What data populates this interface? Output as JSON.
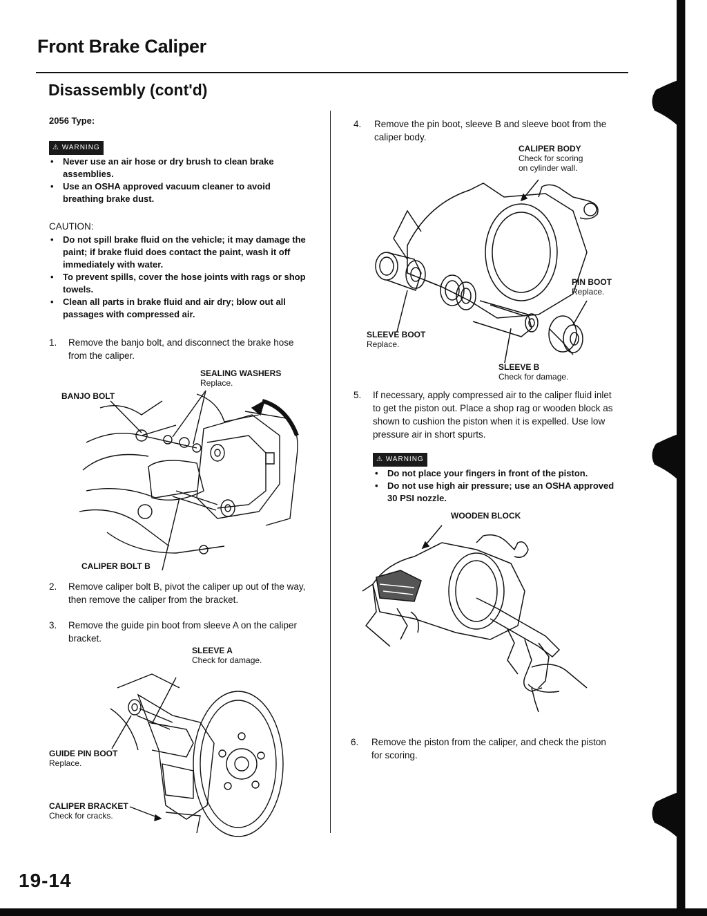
{
  "header": {
    "title": "Front Brake Caliper",
    "subtitle": "Disassembly (cont'd)"
  },
  "left": {
    "type_label": "2056 Type:",
    "warning_label": "⚠ WARNING",
    "warning_items": [
      "Never use an air hose or dry brush to clean brake assemblies.",
      "Use an OSHA approved vacuum cleaner to avoid breathing brake dust."
    ],
    "caution_label": "CAUTION:",
    "caution_items": [
      "Do not spill brake fluid on the vehicle; it may damage the paint; if brake fluid does contact the paint, wash it off immediately with water.",
      "To prevent spills, cover the hose joints with rags or shop towels.",
      "Clean all parts in brake fluid and air dry; blow out all passages with compressed air."
    ],
    "step1": {
      "num": "1.",
      "text": "Remove the banjo bolt, and disconnect the brake hose from the caliper."
    },
    "fig1": {
      "sealing_washers": "SEALING WASHERS",
      "sealing_washers_note": "Replace.",
      "banjo_bolt": "BANJO BOLT",
      "caliper_bolt_b": "CALIPER BOLT B"
    },
    "step2": {
      "num": "2.",
      "text": "Remove caliper bolt B, pivot the caliper up out of the way, then remove the caliper from the bracket."
    },
    "step3": {
      "num": "3.",
      "text": "Remove the guide pin boot from sleeve A on the caliper bracket."
    },
    "fig2": {
      "sleeve_a": "SLEEVE A",
      "sleeve_a_note": "Check for damage.",
      "guide_pin_boot": "GUIDE PIN BOOT",
      "guide_pin_boot_note": "Replace.",
      "caliper_bracket": "CALIPER BRACKET",
      "caliper_bracket_note": "Check for cracks."
    }
  },
  "right": {
    "step4": {
      "num": "4.",
      "text": "Remove the pin boot, sleeve B and sleeve boot from the caliper body."
    },
    "fig3": {
      "caliper_body": "CALIPER BODY",
      "caliper_body_note1": "Check for scoring",
      "caliper_body_note2": "on cylinder wall.",
      "pin_boot": "PIN BOOT",
      "pin_boot_note": "Replace.",
      "sleeve_boot": "SLEEVE BOOT",
      "sleeve_boot_note": "Replace.",
      "sleeve_b": "SLEEVE B",
      "sleeve_b_note": "Check for damage."
    },
    "step5": {
      "num": "5.",
      "text": "If necessary, apply compressed air to the caliper fluid inlet to get the piston out. Place a shop rag or wooden block as shown to cushion the piston when it is expelled. Use low pressure air in short spurts."
    },
    "warning_label": "⚠ WARNING",
    "warning_items": [
      "Do not place your fingers in front of the piston.",
      "Do not use high air pressure; use an OSHA approved 30 PSI nozzle."
    ],
    "fig4": {
      "wooden_block": "WOODEN BLOCK"
    },
    "step6": {
      "num": "6.",
      "text": "Remove the piston from the caliper, and check the piston for scoring."
    }
  },
  "footer": {
    "page_number": "19-14"
  }
}
